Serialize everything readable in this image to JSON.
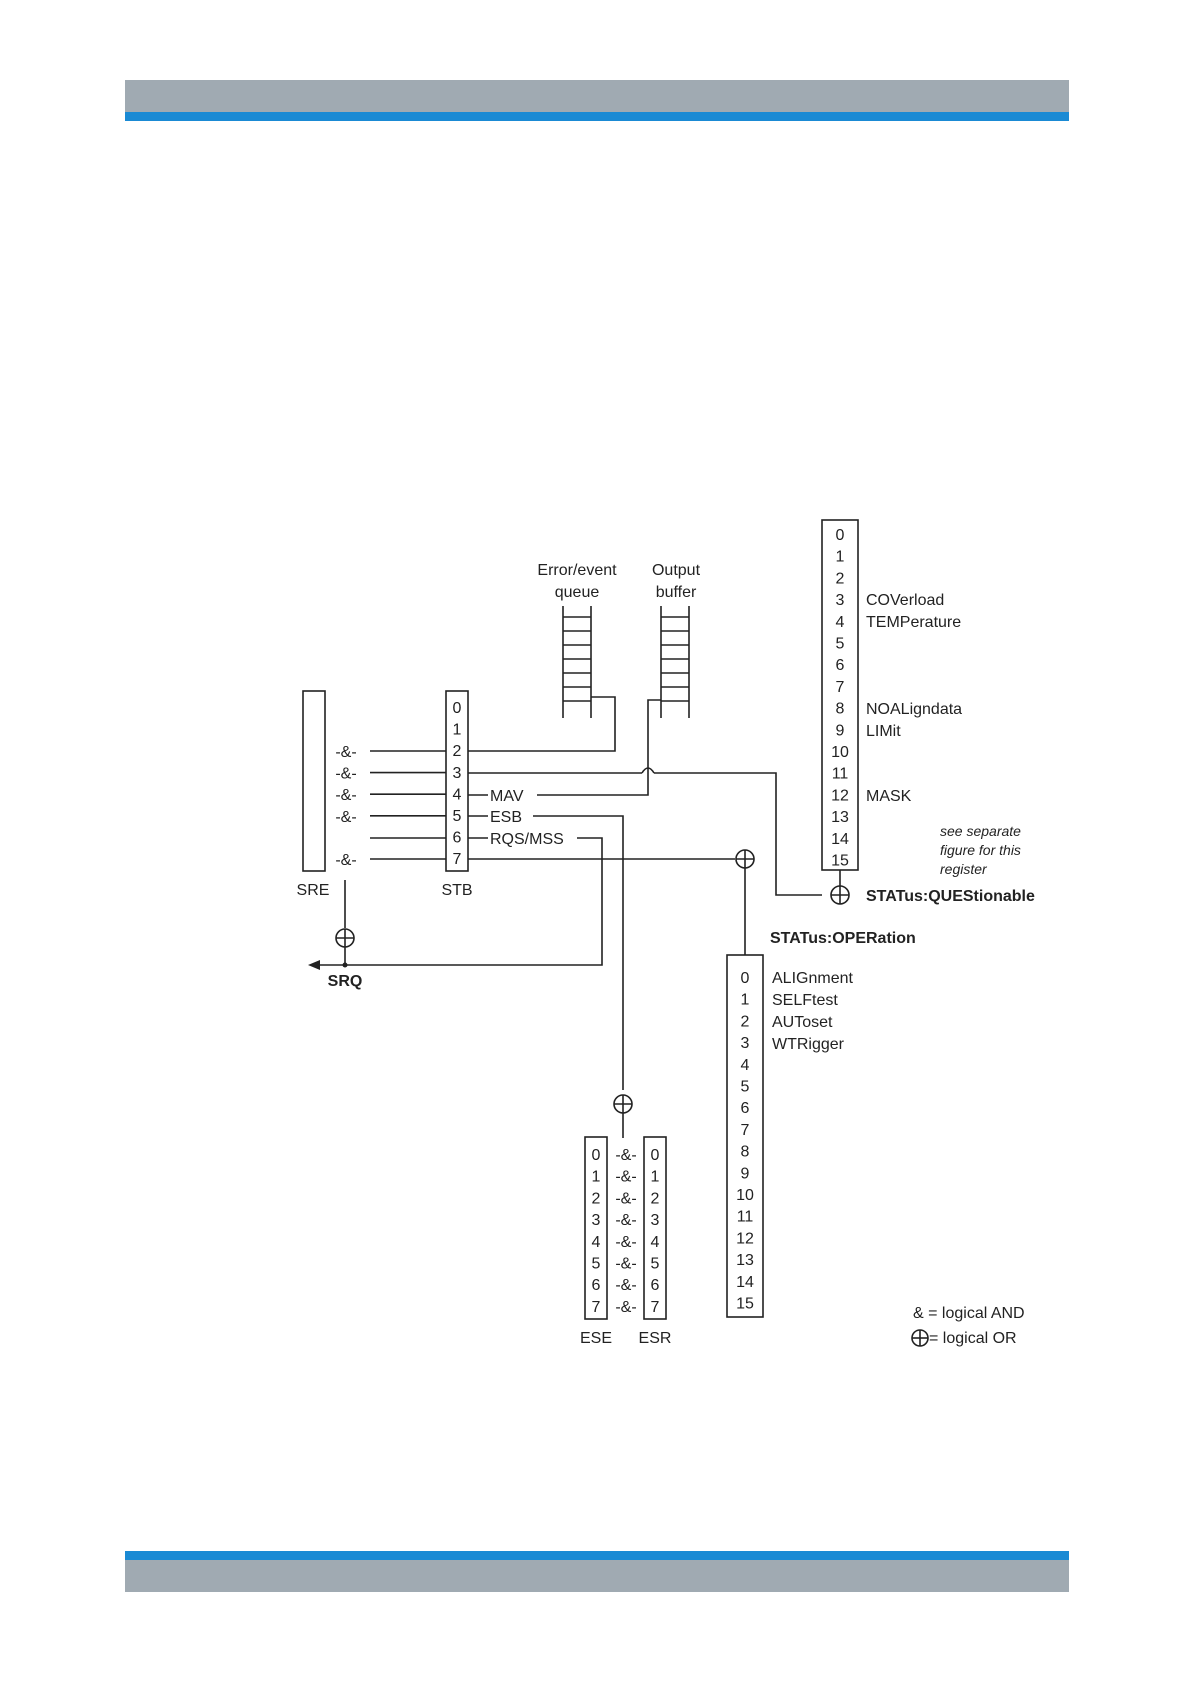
{
  "header_band": {
    "color_gray": "#a0aab2",
    "color_blue": "#1a8ad4"
  },
  "footer_band": {
    "color_gray": "#a0aab2",
    "color_blue": "#1a8ad4"
  },
  "diagram": {
    "queues": {
      "error_queue_line1": "Error/event",
      "error_queue_line2": "queue",
      "output_buffer_line1": "Output",
      "output_buffer_line2": "buffer"
    },
    "sre": {
      "label": "SRE"
    },
    "stb": {
      "label": "STB",
      "bits": [
        "0",
        "1",
        "2",
        "3",
        "4",
        "5",
        "6",
        "7"
      ],
      "signals": {
        "mav": "MAV",
        "esb": "ESB",
        "rqs": "RQS/MSS"
      }
    },
    "and_symbol": "-&-",
    "srq": "SRQ",
    "questionable": {
      "title": "STATus:QUEStionable",
      "bits": [
        "0",
        "1",
        "2",
        "3",
        "4",
        "5",
        "6",
        "7",
        "8",
        "9",
        "10",
        "11",
        "12",
        "13",
        "14",
        "15"
      ],
      "labels": {
        "b3": "COVerload",
        "b4": "TEMPerature",
        "b8": "NOALigndata",
        "b9": "LIMit",
        "b12": "MASK"
      },
      "note_line1": "see separate",
      "note_line2": "figure for this",
      "note_line3": "register"
    },
    "operation": {
      "title": "STATus:OPERation",
      "bits": [
        "0",
        "1",
        "2",
        "3",
        "4",
        "5",
        "6",
        "7",
        "8",
        "9",
        "10",
        "11",
        "12",
        "13",
        "14",
        "15"
      ],
      "labels": {
        "b0": "ALIGnment",
        "b1": "SELFtest",
        "b2": "AUToset",
        "b3": "WTRigger"
      }
    },
    "ese": {
      "label": "ESE",
      "bits": [
        "0",
        "1",
        "2",
        "3",
        "4",
        "5",
        "6",
        "7"
      ]
    },
    "esr": {
      "label": "ESR",
      "bits": [
        "0",
        "1",
        "2",
        "3",
        "4",
        "5",
        "6",
        "7"
      ]
    },
    "legend": {
      "and_text": "& = logical AND",
      "or_text": "= logical OR"
    }
  }
}
